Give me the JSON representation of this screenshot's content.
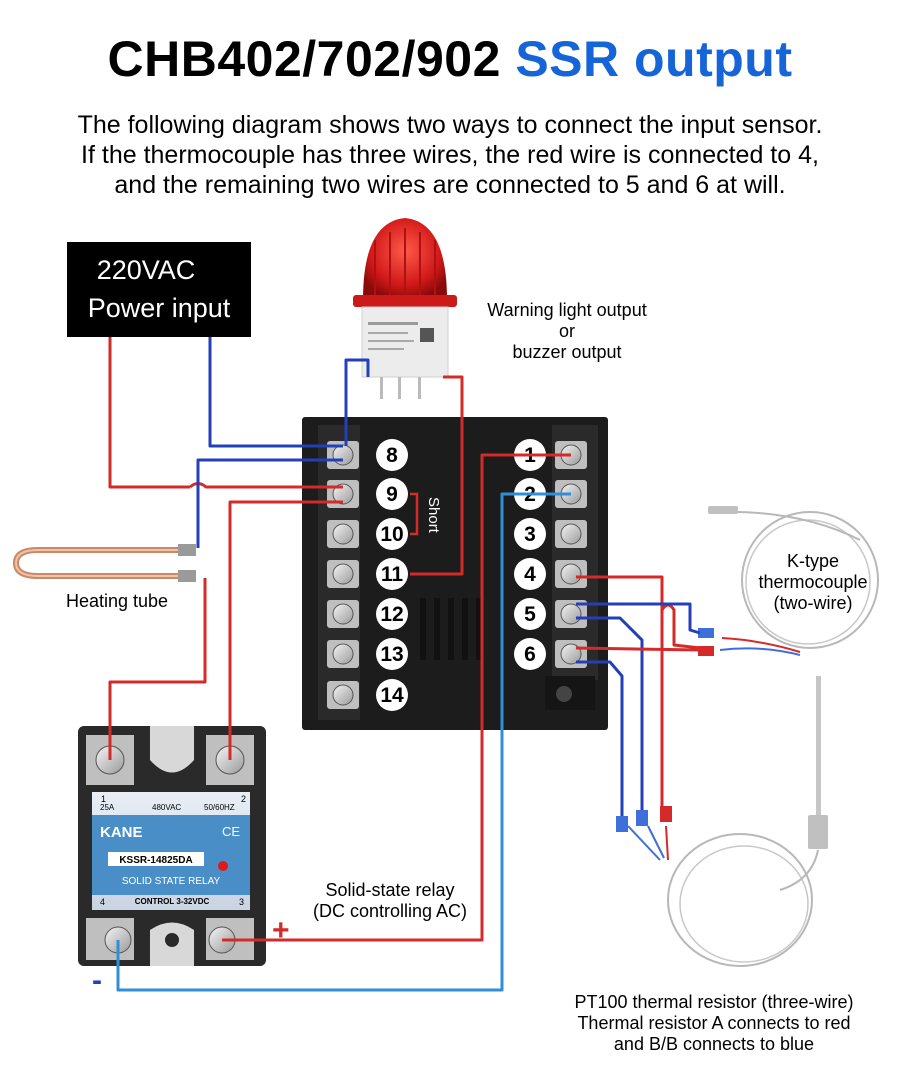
{
  "title": {
    "main": "CHB402/702/902",
    "accent": "SSR output"
  },
  "description": [
    "The following diagram shows two ways to connect the input sensor.",
    "If the thermocouple has three wires, the red wire is connected to 4,",
    "and the remaining two wires are connected to 5 and 6 at will."
  ],
  "power_box": {
    "line1": "220VAC",
    "line2": "Power input"
  },
  "warning_label": {
    "line1": "Warning light output",
    "line2": "or",
    "line3": "buzzer output"
  },
  "heating_label": "Heating tube",
  "short_label": "Short",
  "ktype_label": {
    "line1": "K-type",
    "line2": "thermocouple",
    "line3": "(two-wire)"
  },
  "ssr_label": {
    "line1": "Solid-state relay",
    "line2": "(DC controlling AC)"
  },
  "pt100_label": {
    "line1": "PT100 thermal resistor (three-wire)",
    "line2": "Thermal resistor A connects to red",
    "line3": "and B/B connects to blue"
  },
  "polarity": {
    "plus": "+",
    "minus": "-"
  },
  "terminals_left": [
    "8",
    "9",
    "10",
    "11",
    "12",
    "13",
    "14"
  ],
  "terminals_right": [
    "1",
    "2",
    "3",
    "4",
    "5",
    "6"
  ],
  "relay": {
    "brand": "KANE",
    "model": "KSSR-14825DA",
    "rating_a": "25A",
    "rating_v": "480VAC",
    "rating_hz": "50/60HZ",
    "type": "SOLID STATE RELAY",
    "control": "CONTROL 3-32VDC",
    "ce": "CE",
    "pin1": "1",
    "pin2": "2",
    "pin3": "3",
    "pin4": "4"
  },
  "colors": {
    "accent": "#1565d8",
    "red_wire": "#d42a2a",
    "blue_wire": "#2340b8",
    "light_blue_wire": "#2f8fd6"
  }
}
